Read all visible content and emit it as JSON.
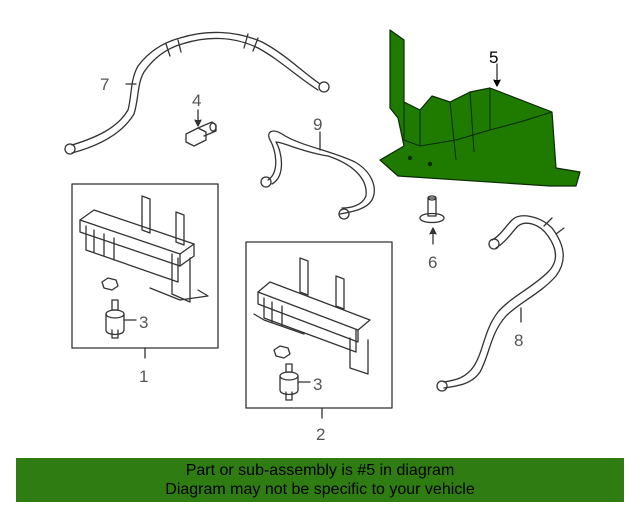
{
  "diagram": {
    "callouts": {
      "c1": "1",
      "c2": "2",
      "c3a": "3",
      "c3b": "3",
      "c4": "4",
      "c5": "5",
      "c6": "6",
      "c7": "7",
      "c8": "8",
      "c9": "9"
    },
    "highlight_color": "#1f7a00",
    "banner_color": "#2f7d12"
  },
  "banner": {
    "line1": "Part or sub-assembly is #5 in diagram",
    "line2": "Diagram may not be specific to your vehicle"
  }
}
